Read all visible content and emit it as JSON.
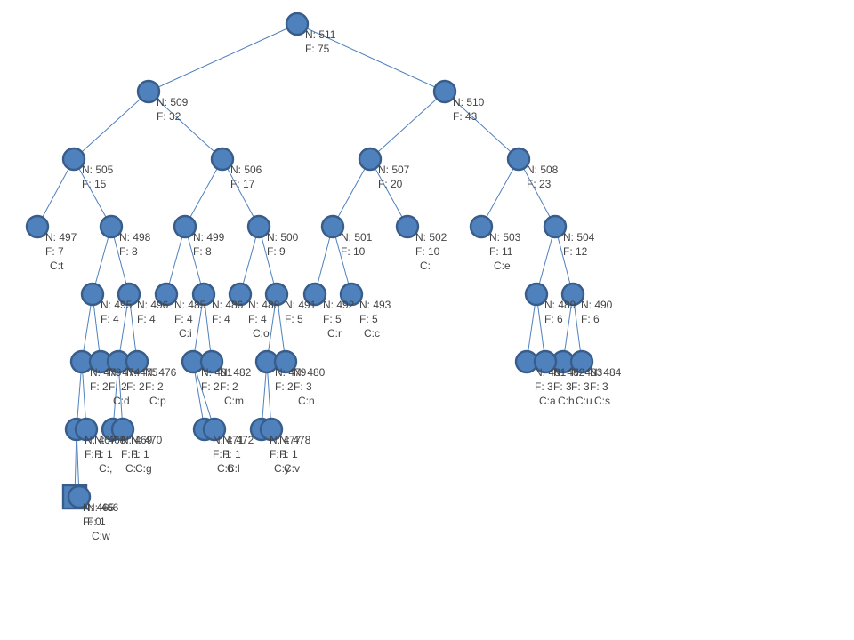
{
  "diagram": {
    "type": "huffman-tree",
    "nodes": {
      "511": {
        "id": "511",
        "n": "N: 511",
        "f": "F: 75",
        "children": [
          "509",
          "510"
        ]
      },
      "509": {
        "id": "509",
        "n": "N: 509",
        "f": "F: 32",
        "children": [
          "505",
          "506"
        ]
      },
      "510": {
        "id": "510",
        "n": "N: 510",
        "f": "F: 43",
        "children": [
          "507",
          "508"
        ]
      },
      "505": {
        "id": "505",
        "n": "N: 505",
        "f": "F: 15",
        "children": [
          "497",
          "498"
        ]
      },
      "506": {
        "id": "506",
        "n": "N: 506",
        "f": "F: 17",
        "children": [
          "499",
          "500"
        ]
      },
      "507": {
        "id": "507",
        "n": "N: 507",
        "f": "F: 20",
        "children": [
          "501",
          "502"
        ]
      },
      "508": {
        "id": "508",
        "n": "N: 508",
        "f": "F: 23",
        "children": [
          "503",
          "504"
        ]
      },
      "497": {
        "id": "497",
        "n": "N: 497",
        "f": "F: 7",
        "c": "C:t",
        "children": []
      },
      "498": {
        "id": "498",
        "n": "N: 498",
        "f": "F: 8",
        "children": [
          "495",
          "496"
        ]
      },
      "499": {
        "id": "499",
        "n": "N: 499",
        "f": "F: 8",
        "children": [
          "485",
          "486"
        ]
      },
      "500": {
        "id": "500",
        "n": "N: 500",
        "f": "F: 9",
        "children": [
          "489",
          "491"
        ]
      },
      "501": {
        "id": "501",
        "n": "N: 501",
        "f": "F: 10",
        "children": [
          "492",
          "493"
        ]
      },
      "502": {
        "id": "502",
        "n": "N: 502",
        "f": "F: 10",
        "c": "C:",
        "children": []
      },
      "503": {
        "id": "503",
        "n": "N: 503",
        "f": "F: 11",
        "c": "C:e",
        "children": []
      },
      "504": {
        "id": "504",
        "n": "N: 504",
        "f": "F: 12",
        "children": [
          "489b",
          "490"
        ]
      },
      "495": {
        "id": "495",
        "n": "N: 495",
        "f": "F: 4",
        "children": [
          "473",
          "474"
        ]
      },
      "496": {
        "id": "496",
        "n": "N: 496",
        "f": "F: 4",
        "children": [
          "475",
          "476"
        ]
      },
      "485": {
        "id": "485",
        "n": "N: 485",
        "f": "F: 4",
        "c": "C:i",
        "children": []
      },
      "486": {
        "id": "486",
        "n": "N: 486",
        "f": "F: 4",
        "children": [
          "481",
          "482"
        ]
      },
      "489": {
        "id": "489",
        "n": "N: 488",
        "f": "F: 4",
        "c": "C:o",
        "children": []
      },
      "491": {
        "id": "491",
        "n": "N: 491",
        "f": "F: 5",
        "children": [
          "479",
          "480"
        ]
      },
      "492": {
        "id": "492",
        "n": "N: 492",
        "f": "F: 5",
        "c": "C:r",
        "children": []
      },
      "493": {
        "id": "493",
        "n": "N: 493",
        "f": "F: 5",
        "c": "C:c",
        "children": []
      },
      "489b": {
        "id": "489b",
        "n": "N: 489",
        "f": "F: 6",
        "children": [
          "481b",
          "482b"
        ]
      },
      "490": {
        "id": "490",
        "n": "N: 490",
        "f": "F: 6",
        "children": [
          "483",
          "484"
        ]
      },
      "473": {
        "id": "473",
        "n": "N: 473",
        "f": "F: 2",
        "children": [
          "467",
          "468"
        ]
      },
      "474": {
        "id": "474",
        "n": "N: 474",
        "f": "F: 2",
        "c": "C:d",
        "children": []
      },
      "475": {
        "id": "475",
        "n": "N: 475",
        "f": "F: 2",
        "children": [
          "469",
          "470"
        ]
      },
      "476": {
        "id": "476",
        "n": "N: 476",
        "f": "F: 2",
        "c": "C:p",
        "children": []
      },
      "481": {
        "id": "481",
        "n": "N: 481",
        "f": "F: 2",
        "children": [
          "471",
          "472"
        ]
      },
      "482": {
        "id": "482",
        "n": "N: 482",
        "f": "F: 2",
        "c": "C:m",
        "children": []
      },
      "479": {
        "id": "479",
        "n": "N: 479",
        "f": "F: 2",
        "children": [
          "477",
          "478"
        ]
      },
      "480": {
        "id": "480",
        "n": "N: 480",
        "f": "F: 3",
        "c": "C:n",
        "children": []
      },
      "481b": {
        "id": "481b",
        "n": "N: 481",
        "f": "F: 3",
        "c": "C:a",
        "children": []
      },
      "482b": {
        "id": "482b",
        "n": "N: 482",
        "f": "F: 3",
        "c": "C:h",
        "children": []
      },
      "483": {
        "id": "483",
        "n": "N: 483",
        "f": "F: 3",
        "c": "C:u",
        "children": []
      },
      "484": {
        "id": "484",
        "n": "N: 484",
        "f": "F: 3",
        "c": "C:s",
        "children": []
      },
      "467": {
        "id": "467",
        "n": "N: 467",
        "f": "F: 1",
        "children": [
          "465",
          "466"
        ]
      },
      "468": {
        "id": "468",
        "n": "N: 468",
        "f": "F: 1",
        "c": "C:,",
        "children": []
      },
      "469": {
        "id": "469",
        "n": "N: 469",
        "f": "F: 1",
        "c": "C:",
        "children": []
      },
      "470": {
        "id": "470",
        "n": "N: 470",
        "f": "F: 1",
        "c": "C:g",
        "children": []
      },
      "471": {
        "id": "471",
        "n": "N: 471",
        "f": "F: 1",
        "c": "C:b",
        "children": []
      },
      "472": {
        "id": "472",
        "n": "N: 472",
        "f": "F: 1",
        "c": "C:l",
        "children": []
      },
      "477": {
        "id": "477",
        "n": "N: 477",
        "f": "F: 1",
        "c": "C:y",
        "children": []
      },
      "478": {
        "id": "478",
        "n": "N: 478",
        "f": "F: 1",
        "c": "C:v",
        "children": []
      },
      "465": {
        "id": "465",
        "n": "N: 465",
        "f": "F: 0",
        "shape": "square",
        "children": []
      },
      "466": {
        "id": "466",
        "n": "N: 466",
        "f": "F: 1",
        "c": "C:w",
        "children": []
      }
    }
  }
}
